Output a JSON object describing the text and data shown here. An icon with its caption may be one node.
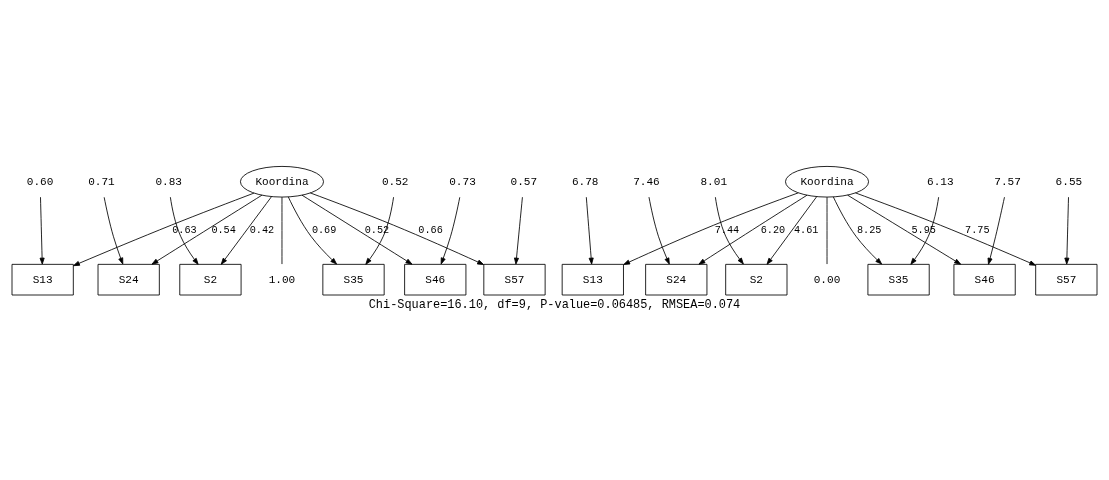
{
  "diagram": {
    "caption": "Chi-Square=16.10, df=9, P-value=0.06485, RMSEA=0.074",
    "nodes": [
      {
        "text": [
          "S2"
        ]
      },
      {
        "text": [
          "S13"
        ]
      },
      {
        "text": [
          "S24"
        ]
      },
      {
        "text": [
          "S35"
        ]
      },
      {
        "text": [
          "S46"
        ]
      },
      {
        "text": [
          "S57"
        ]
      },
      {
        "text": [
          "Koordina"
        ]
      },
      {
        "text": [
          "1.00"
        ]
      },
      {
        "text": [
          "0.83"
        ]
      },
      {
        "text": [
          "0.60"
        ]
      },
      {
        "text": [
          "0.71"
        ]
      },
      {
        "text": [
          "0.52"
        ]
      },
      {
        "text": [
          "0.73"
        ]
      },
      {
        "text": [
          "0.57"
        ]
      },
      {
        "text": [
          "S2"
        ]
      },
      {
        "text": [
          "S13"
        ]
      },
      {
        "text": [
          "S24"
        ]
      },
      {
        "text": [
          "S35"
        ]
      },
      {
        "text": [
          "S46"
        ]
      },
      {
        "text": [
          "S57"
        ]
      },
      {
        "text": [
          "Koordina"
        ]
      },
      {
        "text": [
          "0.00"
        ]
      },
      {
        "text": [
          "8.01"
        ]
      },
      {
        "text": [
          "6.78"
        ]
      },
      {
        "text": [
          "7.46"
        ]
      },
      {
        "text": [
          "6.13"
        ]
      },
      {
        "text": [
          "7.57"
        ]
      },
      {
        "text": [
          "6.55"
        ]
      }
    ],
    "edges": [
      {
        "from": 8,
        "to": 0,
        "arrow": "to"
      },
      {
        "from": 9,
        "to": 1,
        "arrow": "to"
      },
      {
        "from": 10,
        "to": 2,
        "arrow": "to"
      },
      {
        "from": 11,
        "to": 3,
        "arrow": "to"
      },
      {
        "from": 12,
        "to": 4,
        "arrow": "to"
      },
      {
        "from": 13,
        "to": 5,
        "arrow": "to"
      },
      {
        "from": 6,
        "to": 0,
        "arrow": "to",
        "label": "0.42"
      },
      {
        "from": 6,
        "to": 1,
        "arrow": "to",
        "label": "0.63"
      },
      {
        "from": 6,
        "to": 2,
        "arrow": "to",
        "label": "0.54"
      },
      {
        "from": 6,
        "to": 3,
        "arrow": "to",
        "label": "0.69"
      },
      {
        "from": 6,
        "to": 4,
        "arrow": "to",
        "label": "0.52"
      },
      {
        "from": 6,
        "to": 5,
        "arrow": "to",
        "label": "0.66"
      },
      {
        "from": 6,
        "to": 7,
        "arrow": "none"
      },
      {
        "from": 22,
        "to": 14,
        "arrow": "to"
      },
      {
        "from": 23,
        "to": 15,
        "arrow": "to"
      },
      {
        "from": 24,
        "to": 16,
        "arrow": "to"
      },
      {
        "from": 25,
        "to": 17,
        "arrow": "to"
      },
      {
        "from": 26,
        "to": 18,
        "arrow": "to"
      },
      {
        "from": 27,
        "to": 19,
        "arrow": "to"
      },
      {
        "from": 20,
        "to": 14,
        "arrow": "to",
        "label": "4.61"
      },
      {
        "from": 20,
        "to": 15,
        "arrow": "to",
        "label": "7.44"
      },
      {
        "from": 20,
        "to": 16,
        "arrow": "to",
        "label": "6.20"
      },
      {
        "from": 20,
        "to": 17,
        "arrow": "to",
        "label": "8.25"
      },
      {
        "from": 20,
        "to": 18,
        "arrow": "to",
        "label": "5.95"
      },
      {
        "from": 20,
        "to": 19,
        "arrow": "to",
        "label": "7.75"
      },
      {
        "from": 20,
        "to": 21,
        "arrow": "none"
      }
    ]
  }
}
